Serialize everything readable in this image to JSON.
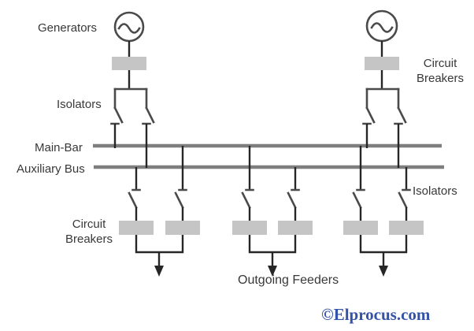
{
  "theme": {
    "background": "#ffffff",
    "wire-color": "#262626",
    "symbol-color": "#4a4a4a",
    "bus-color": "#7e7e7e",
    "breaker-fill": "#c5c5c5",
    "text-color": "#383838",
    "watermark-color": "#3452a8"
  },
  "labels": {
    "generators": "Generators",
    "circuit_breakers_top": [
      "Circuit",
      "Breakers"
    ],
    "isolators_top": "Isolators",
    "main_bar": "Main-Bar",
    "auxiliary_bus": "Auxiliary Bus",
    "isolators_bottom": "Isolators",
    "circuit_breakers_bottom": [
      "Circuit",
      "Breakers"
    ],
    "outgoing_feeders": "Outgoing Feeders",
    "watermark": "©Elprocus.com"
  },
  "diagram": {
    "type": "single-line bus-bar arrangement",
    "buses": [
      "Main-Bar",
      "Auxiliary Bus"
    ],
    "generator_count": 2,
    "outgoing_feeder_count": 3
  }
}
